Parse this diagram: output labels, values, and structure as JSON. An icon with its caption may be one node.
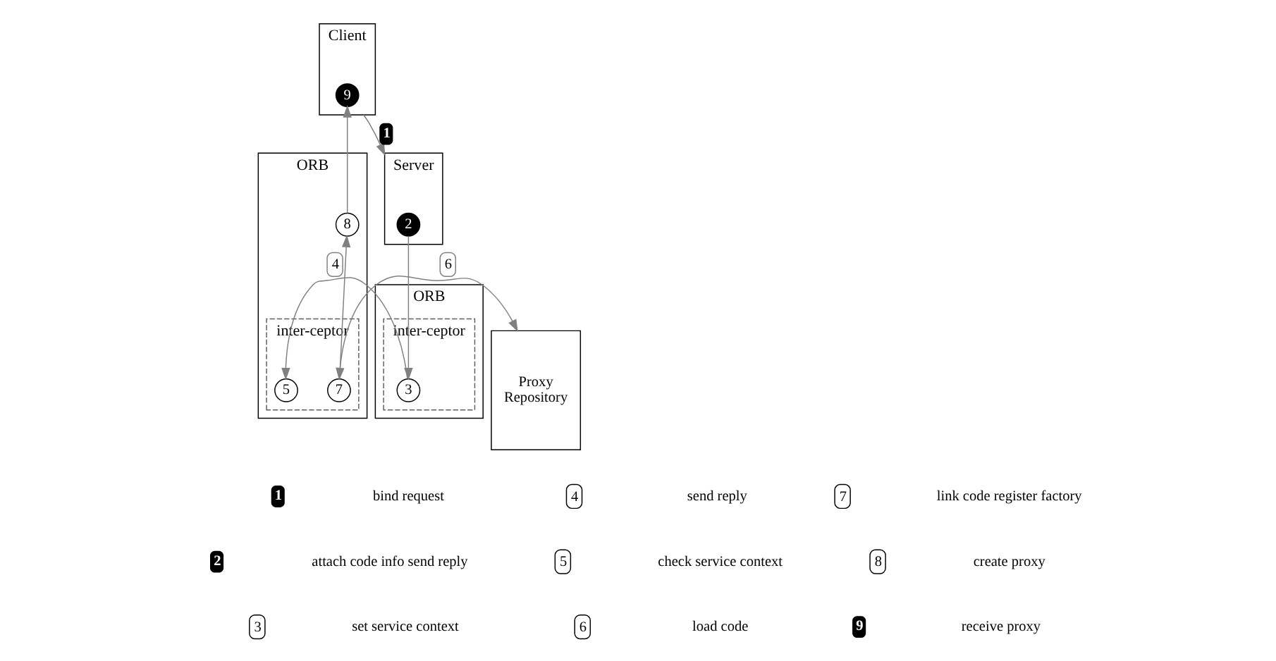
{
  "diagram": {
    "nodes": [
      {
        "text": [
          "Client"
        ]
      },
      {
        "text": [
          "ORB"
        ]
      },
      {
        "text": [
          "inter-ceptor"
        ],
        "in": 1
      },
      {
        "text": [
          "9"
        ],
        "in": 0
      },
      {
        "text": [
          "8"
        ],
        "in": 1
      },
      {
        "text": [
          "7"
        ],
        "in": 2
      },
      {
        "text": [
          "5"
        ],
        "in": 2
      },
      {
        "text": [
          "Proxy Repository"
        ]
      },
      {
        "text": [
          "Server"
        ]
      },
      {
        "text": [
          "2"
        ],
        "in": 8
      },
      {
        "text": [
          "ORB"
        ]
      },
      {
        "text": [
          "inter-ceptor"
        ],
        "in": 10
      },
      {
        "text": [
          "3"
        ],
        "in": 11
      }
    ],
    "edges": [
      {
        "from": 0,
        "to": 8,
        "arrow": "to",
        "label": "1",
        "color": "#808080"
      },
      {
        "from": 9,
        "to": 12,
        "arrow": "to",
        "color": "#808080"
      },
      {
        "from": 12,
        "to": 6,
        "arrow": "to",
        "label": "4",
        "color": "#808080"
      },
      {
        "from": 7,
        "to": 5,
        "arrow": "both",
        "label": "6",
        "color": "#808080"
      },
      {
        "from": 5,
        "to": 4,
        "arrow": "to",
        "color": "#808080"
      },
      {
        "from": 4,
        "to": 3,
        "arrow": "to",
        "color": "#808080"
      }
    ],
    "labels": [
      "1",
      "4",
      "7",
      "2",
      "5",
      "8",
      "3",
      "6",
      "9"
    ],
    "legend": [
      {
        "text": "bind request"
      },
      {
        "text": "send reply"
      },
      {
        "text": "link code register factory"
      },
      {
        "text": "attach code info send reply"
      },
      {
        "text": "check service context"
      },
      {
        "text": "create proxy"
      },
      {
        "text": "set service context"
      },
      {
        "text": "load code"
      },
      {
        "text": "receive proxy"
      }
    ]
  }
}
